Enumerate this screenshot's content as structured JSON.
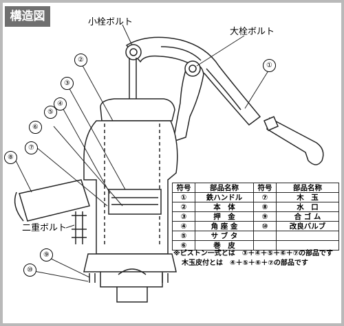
{
  "badge": "構造図",
  "callouts": {
    "small_bolt": "小栓ボルト",
    "large_bolt": "大栓ボルト",
    "double_bolt": "二重ボルト"
  },
  "markers": [
    "①",
    "②",
    "③",
    "④",
    "⑤",
    "⑥",
    "⑦",
    "⑧",
    "⑨",
    "⑩"
  ],
  "table": {
    "headers": [
      "符号",
      "部品名称",
      "符号",
      "部品名称"
    ],
    "rows": [
      [
        "①",
        "鉄ハンドル",
        "⑦",
        "木　玉"
      ],
      [
        "②",
        "本　体",
        "⑧",
        "水　口"
      ],
      [
        "③",
        "押　金",
        "⑨",
        "合 ゴ ム"
      ],
      [
        "④",
        "角 座 金",
        "⑩",
        "改良バルブ"
      ],
      [
        "⑤",
        "サ ブ タ",
        "",
        ""
      ],
      [
        "⑥",
        "巻　皮",
        "",
        ""
      ]
    ]
  },
  "notes": [
    "※ピストン一式とは　③＋④＋⑤＋⑥＋⑦の部品です",
    "木玉皮付とは　④＋⑤＋⑥＋⑦の部品です"
  ]
}
